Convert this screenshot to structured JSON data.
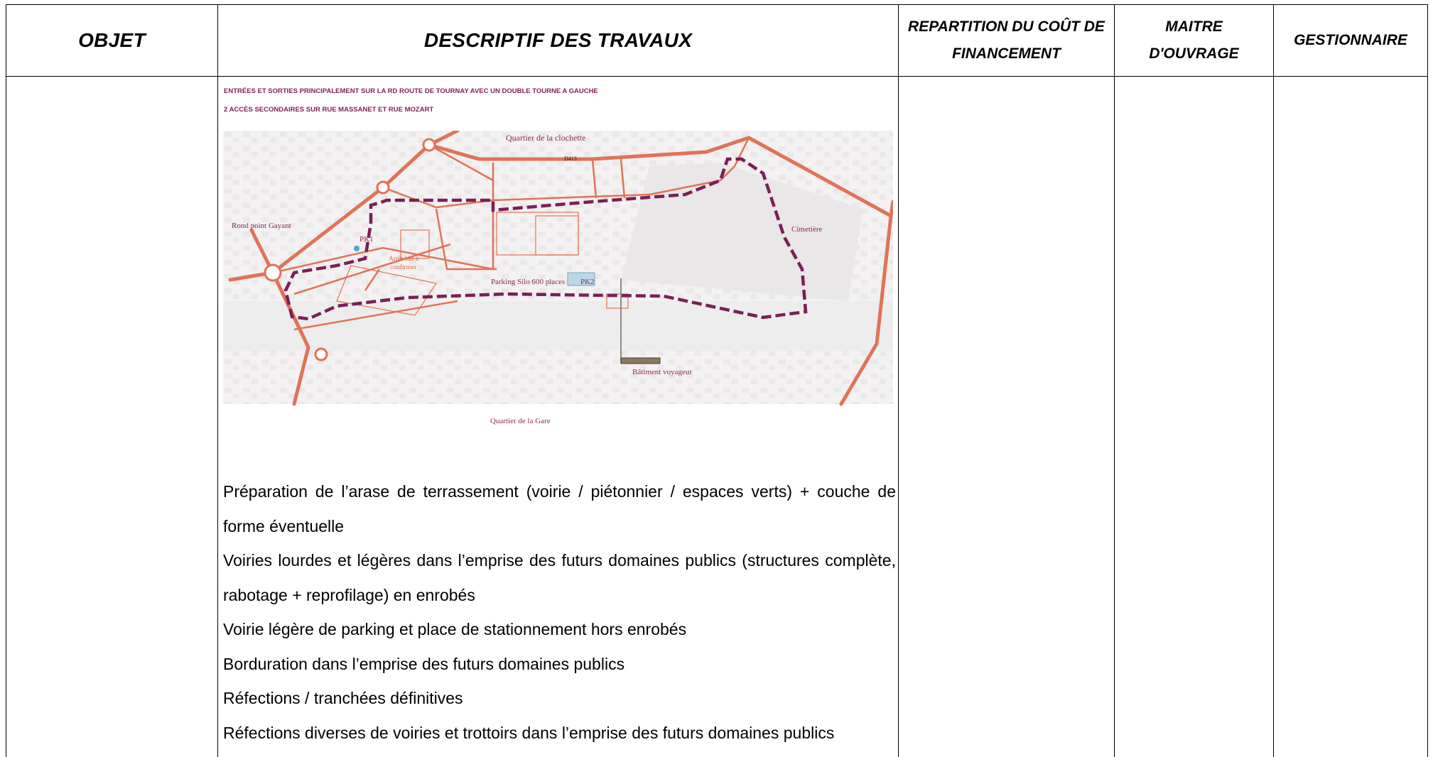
{
  "headers": {
    "objet": "OBJET",
    "descriptif": "DESCRIPTIF DES TRAVAUX",
    "repartition": "REPARTITION DU COÛT DE FINANCEMENT",
    "maitre": "MAITRE D'OUVRAGE",
    "gestionnaire": "GESTIONNAIRE"
  },
  "map": {
    "note_1": "ENTRÉES ET SORTIES PRINCIPALEMENT SUR LA RD ROUTE DE TOURNAY AVEC UN DOUBLE TOURNE A GAUCHE",
    "note_2": "2 ACCÈS SECONDAIRES SUR RUE MASSANET ET RUE MOZART",
    "labels": {
      "clochette": "Quartier de la  clochette",
      "d413": "D413",
      "gayant": "Rond point Gayant",
      "pk1": "PK1",
      "arret": "Arrêt bus à",
      "arret2": "confirmer",
      "cimetiere": "Cimetière",
      "parking": "Parking Silo 600 places",
      "pk2": "PK2",
      "batiment": "Bâtiment voyageur",
      "gare": "Quartier de la Gare"
    },
    "colors": {
      "road": "#e07357",
      "perimeter": "#7a1f56",
      "label": "#8a2b5a",
      "background": "#f3f1f1"
    }
  },
  "works": [
    "Préparation de l’arase de terrassement (voirie / piétonnier / espaces verts) + couche de forme éventuelle",
    "Voiries lourdes et légères dans l’emprise des futurs domaines publics (structures complète, rabotage + reprofilage) en enrobés",
    "Voirie légère de parking et place de stationnement hors enrobés",
    "Borduration dans l’emprise des futurs domaines publics",
    "Réfections / tranchées définitives",
    "Réfections diverses de voiries et trottoirs dans l’emprise des futurs domaines publics"
  ]
}
